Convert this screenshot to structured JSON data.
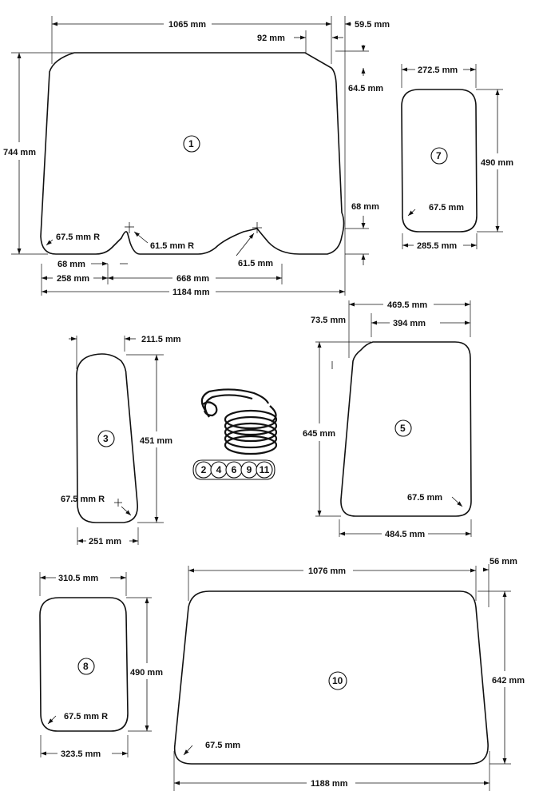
{
  "panels": {
    "p1": {
      "number": "1",
      "dims": {
        "width_top": "1065 mm",
        "corner_right": "59.5 mm",
        "chamfer_right": "92 mm",
        "chamfer_drop": "64.5 mm",
        "height": "744 mm",
        "bottom_rise": "68 mm",
        "radius_left": "67.5 mm R",
        "notch_radius_1": "61.5 mm R",
        "notch_radius_2": "61.5 mm",
        "bottom_left_seg": "68 mm",
        "span_left": "258 mm",
        "span_mid": "668 mm",
        "width_bottom": "1184 mm"
      }
    },
    "p7": {
      "number": "7",
      "dims": {
        "width_top": "272.5 mm",
        "height": "490 mm",
        "radius": "67.5 mm",
        "width_bottom": "285.5 mm"
      }
    },
    "p3": {
      "number": "3",
      "dims": {
        "top_right": "211.5 mm",
        "height": "451 mm",
        "radius": "67.5 mm R",
        "width_bottom": "251 mm"
      }
    },
    "p5": {
      "number": "5",
      "dims": {
        "width_total": "469.5 mm",
        "offset": "73.5 mm",
        "width_top": "394 mm",
        "height": "645 mm",
        "radius": "67.5 mm",
        "width_bottom": "484.5 mm"
      }
    },
    "p8": {
      "number": "8",
      "dims": {
        "width_top": "310.5 mm",
        "height": "490 mm",
        "radius": "67.5 mm R",
        "width_bottom": "323.5 mm"
      }
    },
    "p10": {
      "number": "10",
      "dims": {
        "width_top": "1076 mm",
        "corner_right": "56 mm",
        "height": "642 mm",
        "radius": "67.5 mm",
        "width_bottom": "1188 mm"
      }
    }
  },
  "seals": [
    "2",
    "4",
    "6",
    "9",
    "11"
  ]
}
